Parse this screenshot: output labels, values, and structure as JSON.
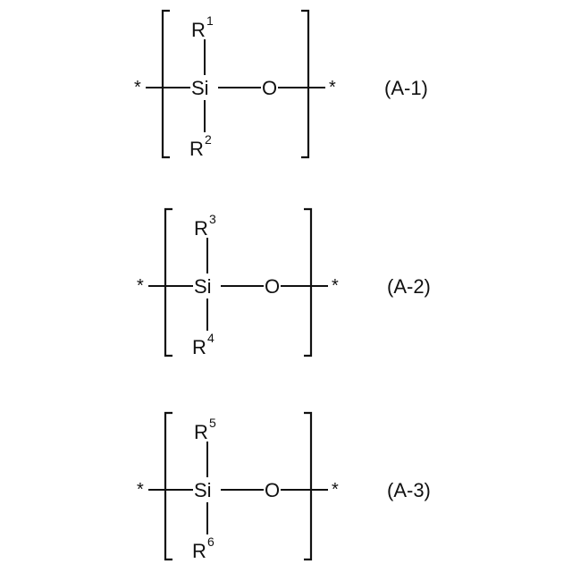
{
  "structures": [
    {
      "label": "(A-1)",
      "r_top": {
        "symbol": "R",
        "sup": "1"
      },
      "r_bottom": {
        "symbol": "R",
        "sup": "2"
      },
      "center_atom": "Si",
      "linker_atom": "O",
      "end_left": "*",
      "end_right": "*"
    },
    {
      "label": "(A-2)",
      "r_top": {
        "symbol": "R",
        "sup": "3"
      },
      "r_bottom": {
        "symbol": "R",
        "sup": "4"
      },
      "center_atom": "Si",
      "linker_atom": "O",
      "end_left": "*",
      "end_right": "*"
    },
    {
      "label": "(A-3)",
      "r_top": {
        "symbol": "R",
        "sup": "5"
      },
      "r_bottom": {
        "symbol": "R",
        "sup": "6"
      },
      "center_atom": "Si",
      "linker_atom": "O",
      "end_left": "*",
      "end_right": "*"
    }
  ],
  "colors": {
    "ink": "#111111",
    "background": "#ffffff"
  }
}
